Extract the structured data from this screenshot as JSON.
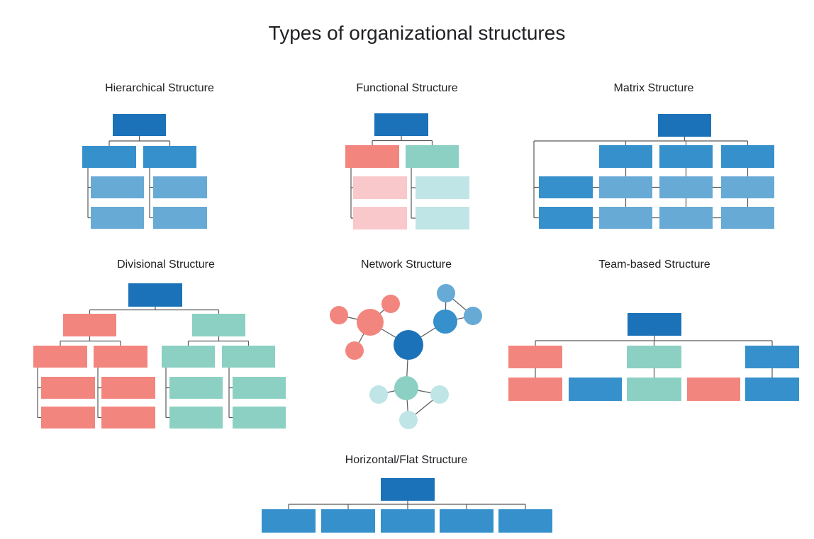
{
  "page": {
    "title": "Types of organizational structures"
  },
  "palette": {
    "dark_blue": "#1B72B8",
    "medium_blue": "#3590CB",
    "light_blue": "#67AAD6",
    "salmon": "#F2867E",
    "light_pink": "#F8C8CA",
    "teal": "#8BD0C3",
    "light_teal": "#BFE5E6",
    "connector": "#58595B",
    "title_color": "#202124"
  },
  "diagrams": [
    {
      "id": "hierarchical",
      "label": "Hierarchical Structure"
    },
    {
      "id": "functional",
      "label": "Functional Structure"
    },
    {
      "id": "matrix",
      "label": "Matrix Structure"
    },
    {
      "id": "divisional",
      "label": "Divisional Structure"
    },
    {
      "id": "network",
      "label": "Network Structure"
    },
    {
      "id": "team",
      "label": "Team-based Structure"
    },
    {
      "id": "flat",
      "label": "Horizontal/Flat Structure"
    }
  ]
}
